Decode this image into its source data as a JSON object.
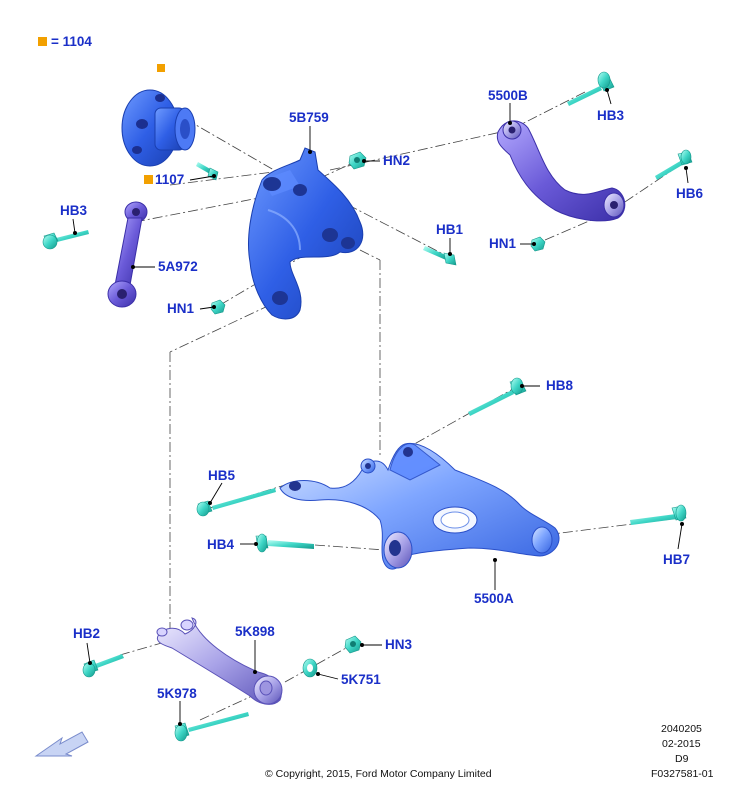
{
  "legend": {
    "symbol_color": "#f2a000",
    "text": "= 1104"
  },
  "labels": {
    "lbl_1107": "1107",
    "lbl_5b759": "5B759",
    "lbl_hn2": "HN2",
    "lbl_5500b": "5500B",
    "lbl_hb3_top": "HB3",
    "lbl_hb3_left": "HB3",
    "lbl_5a972": "5A972",
    "lbl_hb1": "HB1",
    "lbl_hb6": "HB6",
    "lbl_hn1_right": "HN1",
    "lbl_hn1_left": "HN1",
    "lbl_hb8": "HB8",
    "lbl_hb5": "HB5",
    "lbl_hb4": "HB4",
    "lbl_hb7": "HB7",
    "lbl_5500a": "5500A",
    "lbl_hb2": "HB2",
    "lbl_5k898": "5K898",
    "lbl_hn3": "HN3",
    "lbl_5k751": "5K751",
    "lbl_5k978": "5K978"
  },
  "footer": {
    "copyright": "© Copyright, 2015, Ford Motor Company Limited",
    "code_line1": "2040205",
    "code_line2": "02-2015",
    "code_line3": "D9",
    "code_line4": "F0327581-01"
  },
  "colors": {
    "label_text": "#1a2fc8",
    "part_blue": "#2d5ce8",
    "part_purple": "#6a5ad8",
    "fastener_teal": "#3ed6c6",
    "legend_marker": "#f2a000"
  },
  "icons": [
    "front-direction-arrow-icon",
    "legend-square-icon"
  ]
}
